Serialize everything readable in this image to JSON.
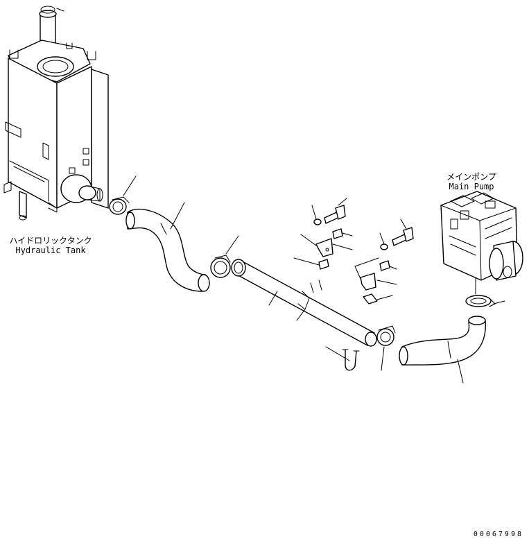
{
  "labels": {
    "tank_jp": "ハイドロリックタンク",
    "tank_en": "Hydraulic Tank",
    "pump_jp": "メインポンプ",
    "pump_en": "Main Pump"
  },
  "doc_number": "00067998",
  "colors": {
    "line": "#000000",
    "background": "#ffffff"
  }
}
